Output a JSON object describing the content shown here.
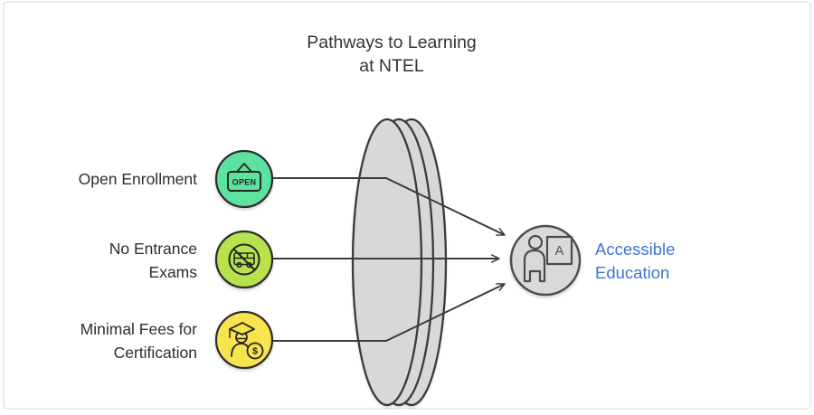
{
  "title": {
    "lines": [
      "Pathways to Learning",
      "at NTEL"
    ]
  },
  "inputs": [
    {
      "label_lines": [
        "Open Enrollment"
      ],
      "icon": "open-sign-icon",
      "icon_text": "OPEN",
      "fill": "#5ee2a0"
    },
    {
      "label_lines": [
        "No Entrance",
        "Exams"
      ],
      "icon": "no-entrance-exam-icon",
      "fill": "#b7e24d"
    },
    {
      "label_lines": [
        "Minimal Fees for",
        "Certification"
      ],
      "icon": "graduation-cost-icon",
      "icon_text": "$",
      "fill": "#f8e44c"
    }
  ],
  "output": {
    "label_lines": [
      "Accessible",
      "Education"
    ],
    "icon": "teaching-board-icon",
    "icon_text": "A",
    "fill": "#d9d9d9",
    "label_color": "#3f74cf"
  },
  "lens": {
    "fill": "#d8d8d8"
  },
  "colors": {
    "stroke": "#3b3b3b",
    "node_stroke": "#2c2c2c",
    "gray_stroke": "#4c4c4c",
    "title": "#333333",
    "label": "#2e2e2e",
    "frame": "#e5e5e5"
  }
}
